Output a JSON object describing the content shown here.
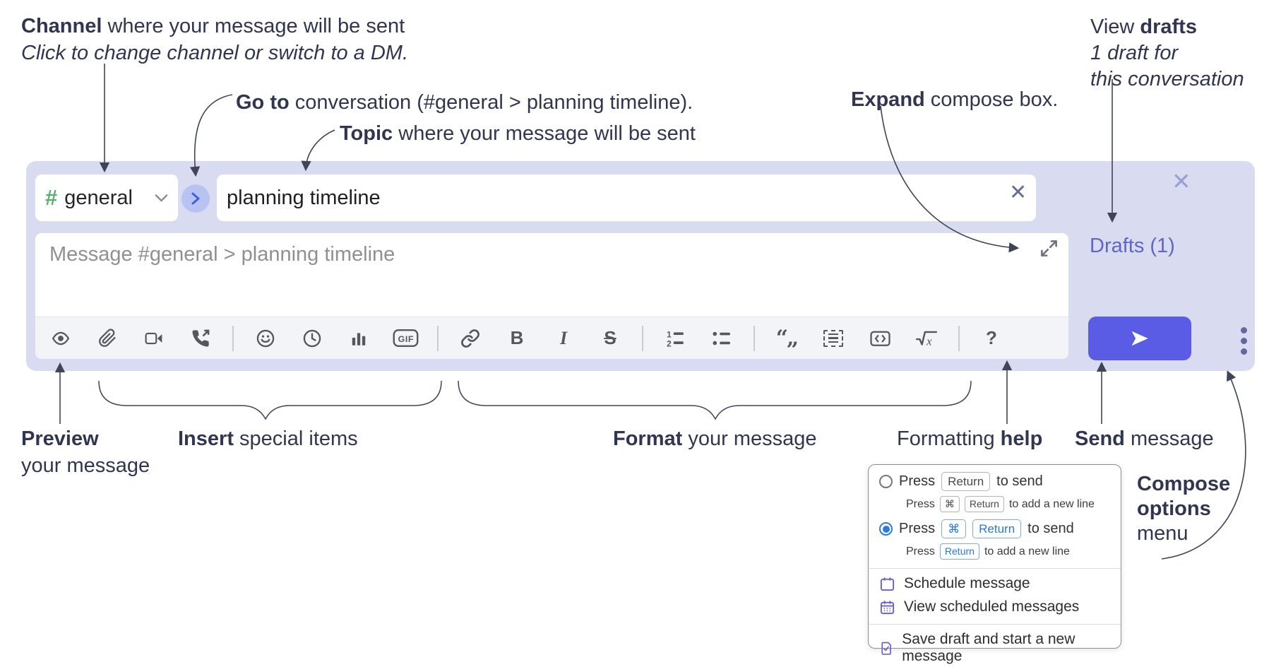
{
  "colors": {
    "panel_bg": "#d9dcf0",
    "send_button": "#5b5ce6",
    "drafts_link": "#6066c4",
    "channel_hash_green": "#58b173",
    "popup_accent_blue": "#2b7ce0",
    "popup_icon_purple": "#6c61c4",
    "annotation_text": "#313650",
    "toolbar_icon_gray": "#54575f"
  },
  "annotations": {
    "channel": {
      "bold": "Channel",
      "rest": " where your message will be sent",
      "line2": "Click to change channel or switch to a DM."
    },
    "goto": {
      "bold": "Go to",
      "rest": " conversation (#general > planning timeline)."
    },
    "topic": {
      "bold": "Topic",
      "rest": " where your message will be sent"
    },
    "expand": {
      "bold": "Expand",
      "rest": " compose box."
    },
    "view_drafts": {
      "pre": "View ",
      "bold": "drafts",
      "line2": "1 draft for",
      "line3": "this conversation"
    },
    "preview": {
      "bold": "Preview",
      "line2": "your message"
    },
    "insert": {
      "bold": "Insert",
      "rest": " special items"
    },
    "format": {
      "bold": "Format",
      "rest": " your message"
    },
    "help": {
      "pre": "Formatting ",
      "bold": "help"
    },
    "send": {
      "bold": "Send",
      "rest": " message"
    },
    "compose_options": {
      "line1": "Compose",
      "line2": "options",
      "line3": "menu"
    }
  },
  "compose": {
    "channel": {
      "name": "general"
    },
    "topic": {
      "value": "planning timeline"
    },
    "message": {
      "placeholder": "Message #general > planning timeline"
    },
    "drafts_link": "Drafts (1)",
    "toolbar": {
      "gif": "GIF",
      "bold": "B",
      "italic": "I",
      "strike": "S",
      "quote": "“„",
      "sqrt_x": "x",
      "help": "?"
    }
  },
  "popup": {
    "option1": {
      "press": "Press",
      "key_return": "Return",
      "suffix": "to send",
      "sub_press": "Press",
      "sub_key_cmd": "⌘",
      "sub_key_return": "Return",
      "sub_suffix": "to add a new line"
    },
    "option2": {
      "press": "Press",
      "key_cmd": "⌘",
      "key_return": "Return",
      "suffix": "to send",
      "sub_press": "Press",
      "sub_key_return": "Return",
      "sub_suffix": "to add a new line"
    },
    "items": [
      {
        "label": "Schedule message"
      },
      {
        "label": "View scheduled messages"
      },
      {
        "label": "Save draft and start a new message"
      }
    ]
  }
}
